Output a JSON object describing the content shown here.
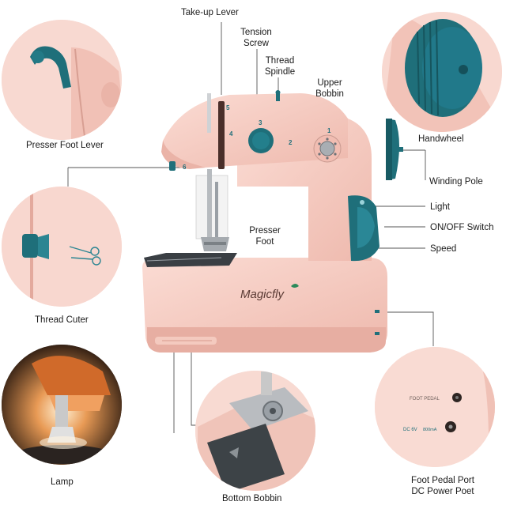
{
  "labels": {
    "take_up_lever": "Take-up Lever",
    "tension_screw_1": "Tension",
    "tension_screw_2": "Screw",
    "thread_spindle_1": "Thread",
    "thread_spindle_2": "Spindle",
    "upper_bobbin_1": "Upper",
    "upper_bobbin_2": "Bobbin",
    "presser_foot_lever": "Presser Foot Lever",
    "handwheel": "Handwheel",
    "winding_pole": "Winding Pole",
    "light": "Light",
    "on_off_switch": "ON/OFF Switch",
    "speed": "Speed",
    "presser_foot_1": "Presser",
    "presser_foot_2": "Foot",
    "thread_cutter": "Thread Cuter",
    "lamp": "Lamp",
    "bottom_bobbin": "Bottom Bobbin",
    "foot_pedal_port": "Foot Pedal Port",
    "dc_power_port": "DC Power Poet"
  },
  "machine": {
    "brand": "Magicfly",
    "dial_numbers": [
      "1",
      "2",
      "3",
      "4",
      "5",
      "6"
    ],
    "port_foot_pedal": "FOOT PEDAL",
    "port_dc": "DC 6V",
    "port_ma": "800mA"
  },
  "colors": {
    "body_pink": "#f6cdc4",
    "body_shade": "#e9b3a8",
    "teal": "#1f6f7a",
    "leader": "#555555"
  }
}
